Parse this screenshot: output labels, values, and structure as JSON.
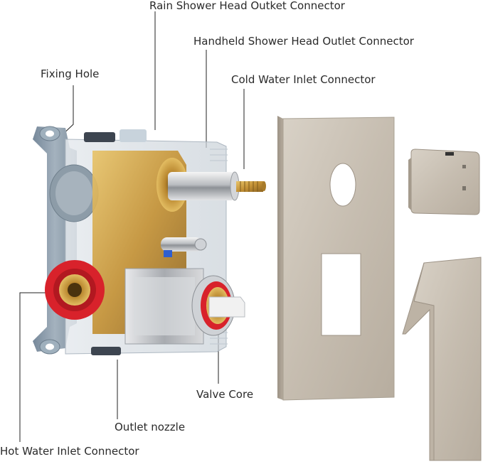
{
  "labels": {
    "rain_outlet": "Rain Shower Head Outket Connector",
    "handheld_outlet": "Handheld Shower Head Outlet Connector",
    "fixing_hole": "Fixing Hole",
    "cold_inlet": "Cold Water Inlet Connector",
    "valve_core": "Valve Core",
    "outlet_nozzle": "Outlet nozzle",
    "hot_inlet": "Hot Water Inlet Connector"
  },
  "colors": {
    "brushed_nickel": "#c9c0b3",
    "brass": "#c99a3c",
    "hot_ring": "#d8222b",
    "cold_ring": "#2f5fd0",
    "bracket": "#8a9aa6"
  }
}
